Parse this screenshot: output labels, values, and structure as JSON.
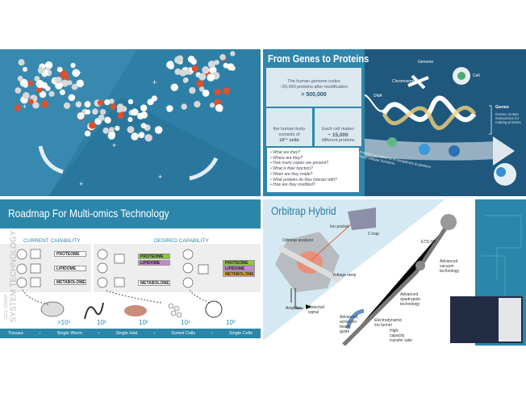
{
  "panel1": {
    "charges": [
      "+",
      "+",
      "+",
      "+",
      "+",
      "+",
      "+",
      "−"
    ]
  },
  "panel2": {
    "title": "From Genes to Proteins",
    "box1": {
      "line1": "The human genome codes",
      "line2": "~20,000 proteins after modification",
      "value": "> 500,000"
    },
    "box2": {
      "line1": "the human body",
      "line2": "consists of",
      "value": "10¹⁴ cells"
    },
    "box3": {
      "line1": "Each cell makes",
      "value": "~ 15,000",
      "line2": "different proteins"
    },
    "questions": [
      "What are they?",
      "Where are they?",
      "How many copies are present?",
      "What is their function?",
      "When are they made?",
      "What proteins do they interact with?",
      "How are they modified?"
    ],
    "labels": {
      "genome": "Genome",
      "cell": "Cell",
      "chromosomes": "Chromosomes",
      "dna": "DNA",
      "genes": "Genes",
      "genes_desc": "Genes contain instructions for making proteins",
      "arrow_text": "Proteins act alone or in complexes to perform many cellular functions"
    }
  },
  "panel3": {
    "title": "Roadmap For Multi-omics Technology",
    "current": "CURRENT CAPABILITY",
    "desired": "DESIRED CAPABILITY",
    "vertical1": "SYSTEM TECHNOLOGY",
    "vertical2": "CELL COUNT",
    "omes": {
      "proteome": "PROTEOME",
      "lipidome": "LIPIDOME",
      "metabolome": "METABOLOME"
    },
    "counts": [
      ">10⁵",
      "10³",
      "10²",
      "10¹",
      "10⁰"
    ],
    "nav": [
      "Tissues",
      "Single Worm",
      "Single Islet",
      "Sorted Cells",
      "Single Cells"
    ],
    "sep": "›"
  },
  "panel4": {
    "title": "Orbitrap Hybrid",
    "labels": {
      "ion_pocket": "Ion pocket",
      "ctrap": "C-trap",
      "analyzer": "Orbitrap analyzer",
      "voltage": "Voltage ramp",
      "amplifier": "Amplifier",
      "signal": "Detected signal",
      "etd": "ETD HD",
      "vacuum": "Advanced vacuum technology",
      "quad": "Advanced quadrupole technology",
      "ion_beam": "Advanced active ion beam guide",
      "funnel": "Electrodynamic ion funnel",
      "transfer": "High-capacity transfer tube"
    }
  },
  "colors": {
    "teal": "#2b86a9",
    "navy": "#1f587c",
    "green": "#8dc63f",
    "purple": "#c58ac7",
    "gold": "#e6b422"
  }
}
